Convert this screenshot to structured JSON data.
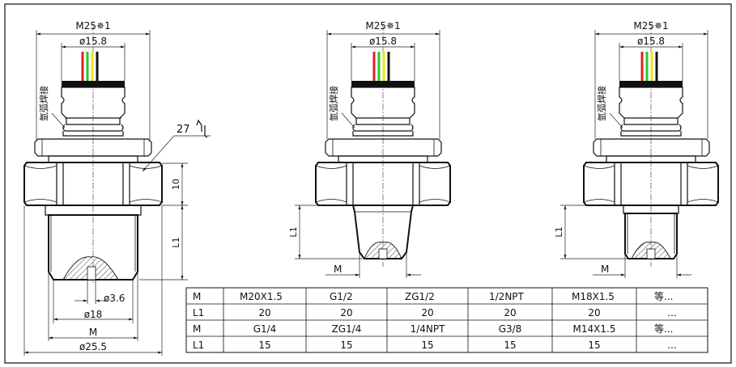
{
  "drawing": {
    "left_view": {
      "thread_label": "M25✵1",
      "pipe_dia_label": "ø15.8",
      "weld_label": "氩弧焊接",
      "wrench_label": "27",
      "height_10_label": "10",
      "l1_label": "L1",
      "hole_label": "ø3.6",
      "dia18_label": "ø18",
      "m_label": "M",
      "dia25_label": "ø25.5"
    },
    "middle_view": {
      "thread_label": "M25✵1",
      "pipe_dia_label": "ø15.8",
      "weld_label": "氩弧焊接",
      "l1_label": "L1",
      "m_label": "M"
    },
    "right_view": {
      "thread_label": "M25✵1",
      "pipe_dia_label": "ø15.8",
      "weld_label": "氩弧焊接",
      "l1_label": "L1",
      "m_label": "M"
    },
    "wire_colors": [
      "#e02020",
      "#28c828",
      "#f0e020",
      "#111111"
    ]
  },
  "table": {
    "rows": [
      [
        "M",
        "M20X1.5",
        "G1/2",
        "ZG1/2",
        "1/2NPT",
        "M18X1.5",
        "等..."
      ],
      [
        "L1",
        "20",
        "20",
        "20",
        "20",
        "20",
        "..."
      ],
      [
        "M",
        "G1/4",
        "ZG1/4",
        "1/4NPT",
        "G3/8",
        "M14X1.5",
        "等..."
      ],
      [
        "L1",
        "15",
        "15",
        "15",
        "15",
        "15",
        "..."
      ]
    ]
  }
}
